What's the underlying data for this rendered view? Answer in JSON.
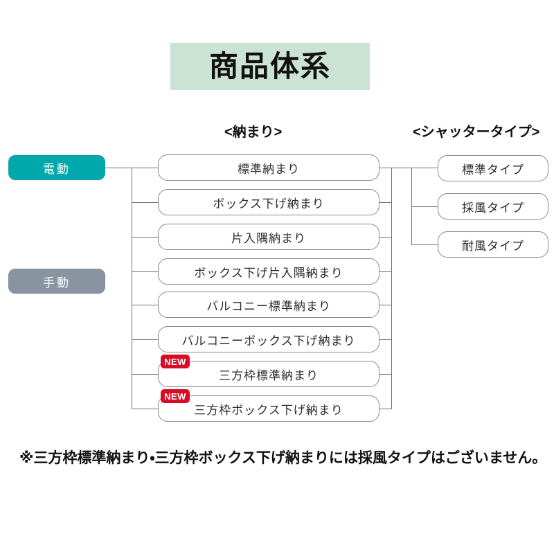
{
  "title": "商品体系",
  "colors": {
    "title_band": "#cbe3d4",
    "electric": "#00a8ac",
    "manual": "#8894a0",
    "new_badge": "#d80c25",
    "line": "#6f6f6f",
    "box_border": "#8a8a8a"
  },
  "headers": {
    "osamari": "<納まり>",
    "shutter": "<シャッタータイプ>"
  },
  "modes": [
    {
      "label": "電動",
      "name": "electric"
    },
    {
      "label": "手動",
      "name": "manual"
    }
  ],
  "osamari_items": [
    {
      "label": "標準納まり",
      "is_new": false,
      "badge": ""
    },
    {
      "label": "ボックス下げ納まり",
      "is_new": false,
      "badge": ""
    },
    {
      "label": "片入隅納まり",
      "is_new": false,
      "badge": ""
    },
    {
      "label": "ボックス下げ片入隅納まり",
      "is_new": false,
      "badge": ""
    },
    {
      "label": "バルコニー標準納まり",
      "is_new": false,
      "badge": ""
    },
    {
      "label": "バルコニーボックス下げ納まり",
      "is_new": false,
      "badge": ""
    },
    {
      "label": "三方枠標準納まり",
      "is_new": true,
      "badge": "NEW"
    },
    {
      "label": "三方枠ボックス下げ納まり",
      "is_new": true,
      "badge": "NEW"
    }
  ],
  "shutter_items": [
    {
      "label": "標準タイプ"
    },
    {
      "label": "採風タイプ"
    },
    {
      "label": "耐風タイプ"
    }
  ],
  "note": "※三方枠標準納まり・三方枠ボックス下げ納まりには採風タイプはございません。"
}
